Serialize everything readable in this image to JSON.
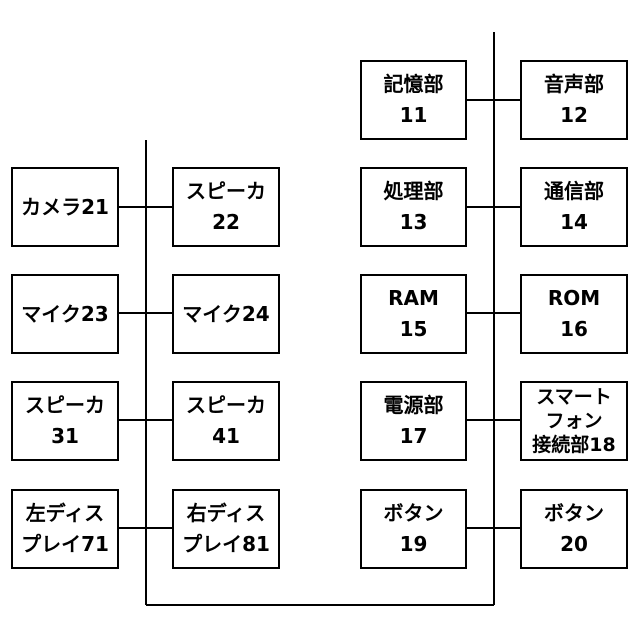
{
  "diagram": {
    "left_group": {
      "rows": [
        {
          "outer": {
            "name": "camera-21",
            "label": "カメラ21"
          },
          "inner": {
            "name": "speaker-22",
            "label": "スピーカ\n22"
          }
        },
        {
          "outer": {
            "name": "mic-23",
            "label": "マイク23"
          },
          "inner": {
            "name": "mic-24",
            "label": "マイク24"
          }
        },
        {
          "outer": {
            "name": "speaker-31",
            "label": "スピーカ\n31"
          },
          "inner": {
            "name": "speaker-41",
            "label": "スピーカ\n41"
          }
        },
        {
          "outer": {
            "name": "left-display-71",
            "label": "左ディス\nプレイ71"
          },
          "inner": {
            "name": "right-display-81",
            "label": "右ディス\nプレイ81"
          }
        }
      ]
    },
    "right_group": {
      "rows": [
        {
          "left": {
            "name": "storage-unit-11",
            "label": "記憶部\n11"
          },
          "right": {
            "name": "audio-unit-12",
            "label": "音声部\n12"
          }
        },
        {
          "left": {
            "name": "processing-unit-13",
            "label": "処理部\n13"
          },
          "right": {
            "name": "communication-unit-14",
            "label": "通信部\n14"
          }
        },
        {
          "left": {
            "name": "ram-15",
            "label": "RAM\n15"
          },
          "right": {
            "name": "rom-16",
            "label": "ROM\n16"
          }
        },
        {
          "left": {
            "name": "power-unit-17",
            "label": "電源部\n17"
          },
          "right": {
            "name": "smartphone-connection-18",
            "label": "スマート\nフォン\n接続部18"
          }
        },
        {
          "left": {
            "name": "button-19",
            "label": "ボタン\n19"
          },
          "right": {
            "name": "button-20",
            "label": "ボタン\n20"
          }
        }
      ]
    },
    "colors": {
      "line": "#000000",
      "box_border": "#000000",
      "background": "#ffffff"
    }
  }
}
